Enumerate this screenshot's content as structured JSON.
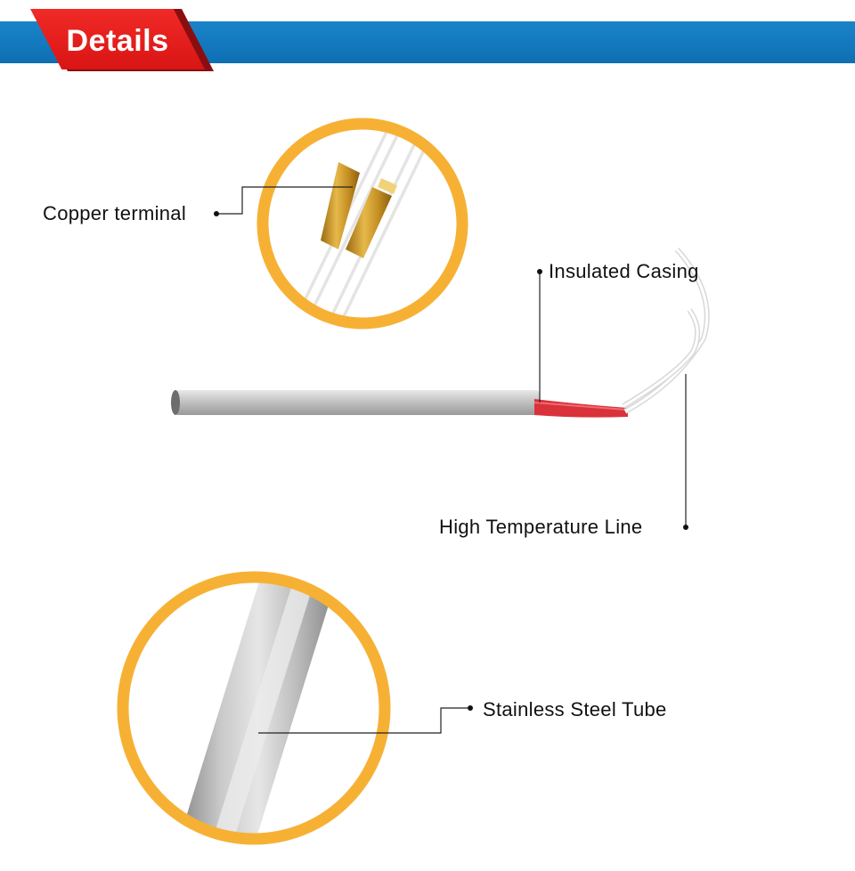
{
  "header": {
    "title": "Details"
  },
  "callouts": {
    "copper_terminal": "Copper terminal",
    "insulated_casing": "Insulated Casing",
    "high_temperature_line": "High Temperature Line",
    "stainless_steel_tube": "Stainless Steel Tube"
  },
  "colors": {
    "banner_blue": "#0e6fb3",
    "tag_red": "#e01b1b",
    "ring_orange": "#f6b135",
    "casing_red": "#d9323a"
  }
}
